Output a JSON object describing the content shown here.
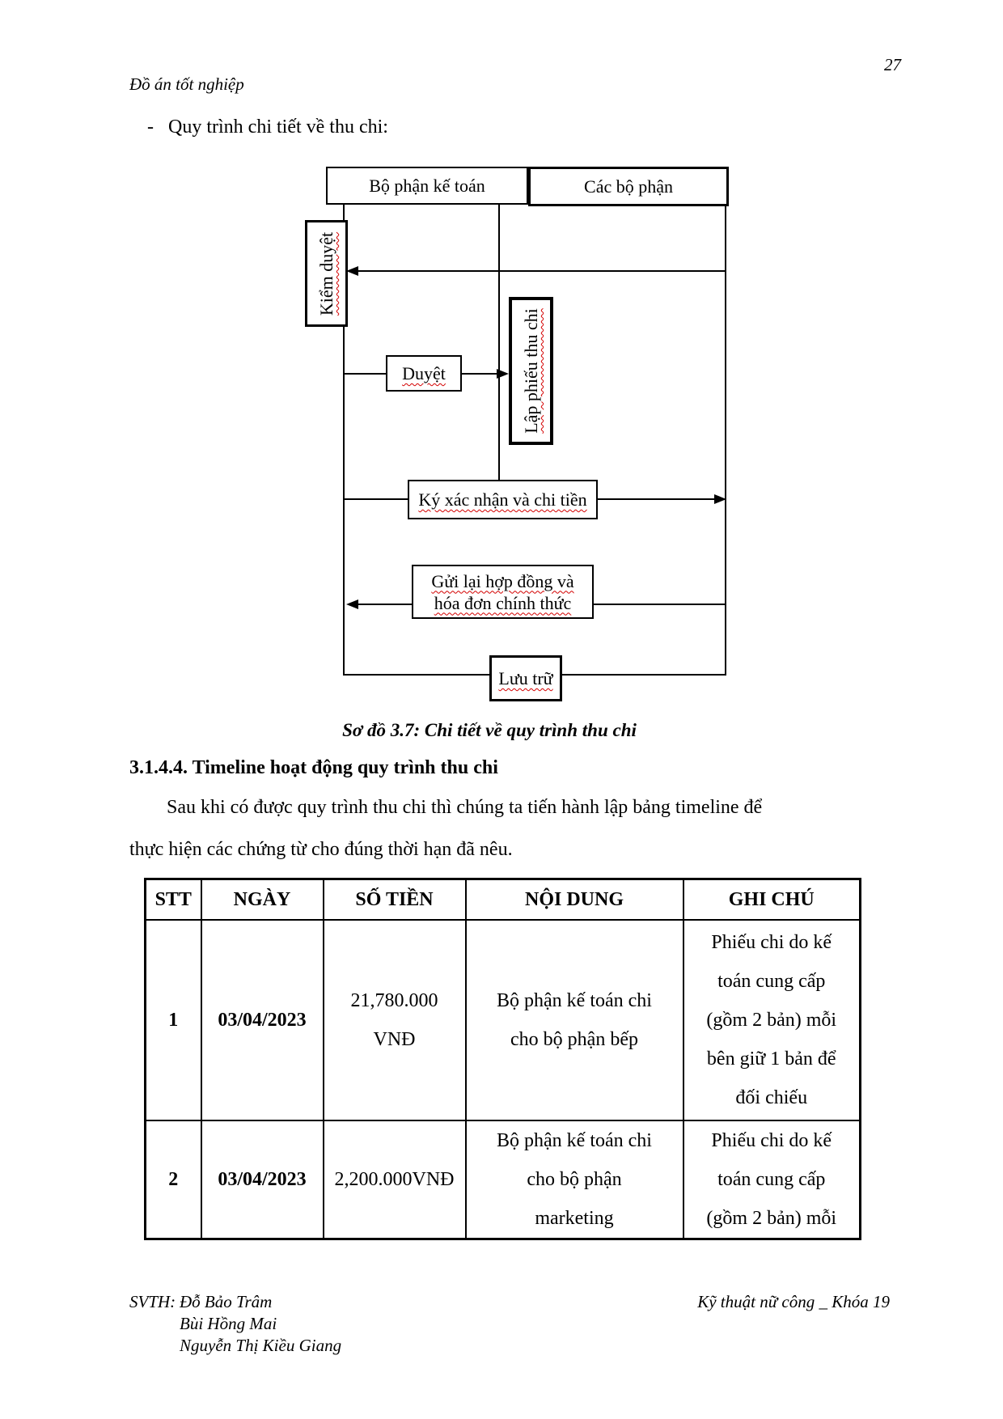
{
  "page": {
    "number": "27",
    "header": "Đồ án tốt nghiệp",
    "bullet_dash": "-",
    "bullet_text": "Quy trình chi tiết về thu chi:"
  },
  "diagram": {
    "col1_header": "Bộ phận kế toán",
    "col2_header": "Các bộ phận",
    "boxes": {
      "kiem_duyet": "Kiểm duyệt",
      "duyet": "Duyệt",
      "lap_phieu": "Lập phiếu thu chi",
      "ky_xac_nhan": "Ký xác nhận và chi tiền",
      "gui_lai": [
        "Gửi lại hợp đồng và",
        "hóa đơn chính thức"
      ],
      "luu_tru": "Lưu trữ"
    },
    "caption": "Sơ đồ 3.7: Chi tiết về quy trình thu chi"
  },
  "section": {
    "heading": "3.1.4.4. Timeline hoạt động quy trình thu chi",
    "paragraph": [
      "Sau khi có được quy trình thu chi thì chúng ta tiến hành lập bảng timeline để",
      "thực hiện các chứng từ cho đúng thời hạn đã nêu."
    ]
  },
  "table": {
    "headers": [
      "STT",
      "NGÀY",
      "SỐ TIỀN",
      "NỘI DUNG",
      "GHI CHÚ"
    ],
    "rows": [
      {
        "stt": "1",
        "ngay": "03/04/2023",
        "so_tien": [
          "21,780.000",
          "VNĐ"
        ],
        "noi_dung": [
          "Bộ phận kế toán chi",
          "cho bộ phận bếp"
        ],
        "ghi_chu": [
          "Phiếu chi do kế",
          "toán cung cấp",
          "(gồm 2 bản) mỗi",
          "bên giữ 1 bản để",
          "đối chiếu"
        ]
      },
      {
        "stt": "2",
        "ngay": "03/04/2023",
        "so_tien": "2,200.000VNĐ",
        "noi_dung": [
          "Bộ phận kế toán chi",
          "cho bộ phận",
          "marketing"
        ],
        "ghi_chu": [
          "Phiếu chi do kế",
          "toán cung cấp",
          "(gồm 2 bản) mỗi"
        ]
      }
    ]
  },
  "footer": {
    "left_label": "SVTH:",
    "names": [
      "Đỗ Bảo Trâm",
      "Bùi Hồng Mai",
      "Nguyễn Thị Kiều Giang"
    ],
    "right": "Kỹ thuật nữ công _ Khóa 19"
  },
  "colors": {
    "ink": "#000000",
    "spellcheck_underline": "#d40000",
    "paper": "#ffffff"
  }
}
